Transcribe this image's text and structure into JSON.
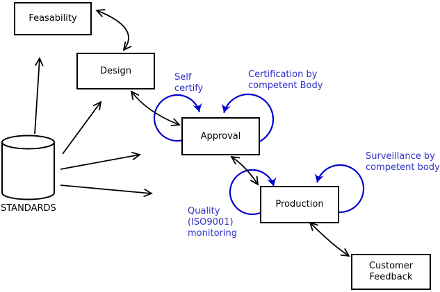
{
  "nodes": {
    "feasability": {
      "label": "Feasability"
    },
    "design": {
      "label": "Design"
    },
    "approval": {
      "label": "Approval"
    },
    "production": {
      "label": "Production"
    },
    "customer_feedback": {
      "label": "Customer\nFeedback"
    },
    "standards": {
      "label": "STANDARDS",
      "shape": "cylinder"
    }
  },
  "annotations": {
    "self_certify": {
      "text": "Self\ncertify"
    },
    "certification": {
      "text": "Certification by\ncompetent Body"
    },
    "surveillance": {
      "text": "Surveillance by\ncompetent body"
    },
    "quality_monitoring": {
      "text": "Quality\n(ISO9001)\nmonitoring"
    }
  },
  "connections": {
    "flows": [
      {
        "from": "Feasability",
        "to": "Design",
        "bidirectional": true
      },
      {
        "from": "Design",
        "to": "Approval",
        "bidirectional": true
      },
      {
        "from": "Approval",
        "to": "Production",
        "bidirectional": true
      },
      {
        "from": "Production",
        "to": "Customer Feedback",
        "bidirectional": true
      }
    ],
    "standards_arrows_to": [
      "Feasability",
      "Design",
      "Approval",
      "Production"
    ],
    "self_loops": [
      {
        "on": "Approval",
        "label": "Self certify"
      },
      {
        "on": "Approval",
        "label": "Certification by competent Body"
      },
      {
        "on": "Production",
        "label": "Quality (ISO9001) monitoring"
      },
      {
        "on": "Production",
        "label": "Surveillance by competent body"
      }
    ]
  },
  "colors": {
    "annotation_text": "#3030cc",
    "loop_arrow": "#0000cc",
    "flow_arrow": "#000000",
    "node_border": "#000000",
    "node_fill": "#ffffff",
    "background": "#ffffff"
  }
}
